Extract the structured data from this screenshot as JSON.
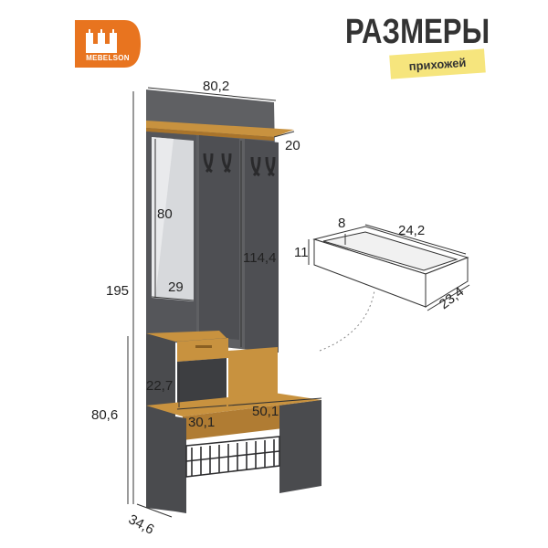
{
  "logo": {
    "brand": "MEBELSON",
    "brand_color": "#e8741f"
  },
  "title": "РАЗМЕРЫ",
  "subtitle": "прихожей",
  "dimensions": {
    "top_width": "80,2",
    "shelf_depth": "20",
    "total_height": "195",
    "mirror_height": "80",
    "mirror_width": "29",
    "panel_height": "114,4",
    "lower_height": "80,6",
    "cabinet_height": "22,7",
    "cabinet_width": "30,1",
    "bench_width": "50,1",
    "depth": "34,6"
  },
  "drawer": {
    "height": "8",
    "width": "24,2",
    "side": "11",
    "depth": "23,4"
  },
  "colors": {
    "panel": "#5b5c5f",
    "panel_dark": "#47484b",
    "wood": "#c8923f",
    "wood_dark": "#a9742b",
    "mirror": "#d9dbdd",
    "accent": "#f6e57d"
  }
}
